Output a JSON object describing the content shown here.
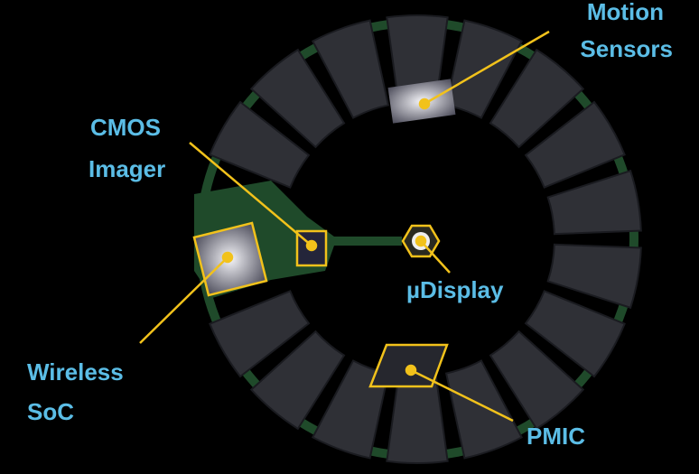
{
  "labels": {
    "motion_sensors": [
      "Motion",
      "Sensors"
    ],
    "cmos_imager": [
      "CMOS",
      "Imager"
    ],
    "micro_display": "µDisplay",
    "wireless_soc": [
      "Wireless",
      "SoC"
    ],
    "pmic": "PMIC"
  },
  "colors": {
    "label": "#5bbde6",
    "callout": "#f2c21b",
    "pcb": "#1f4a2a",
    "segment": "#2f3036"
  }
}
